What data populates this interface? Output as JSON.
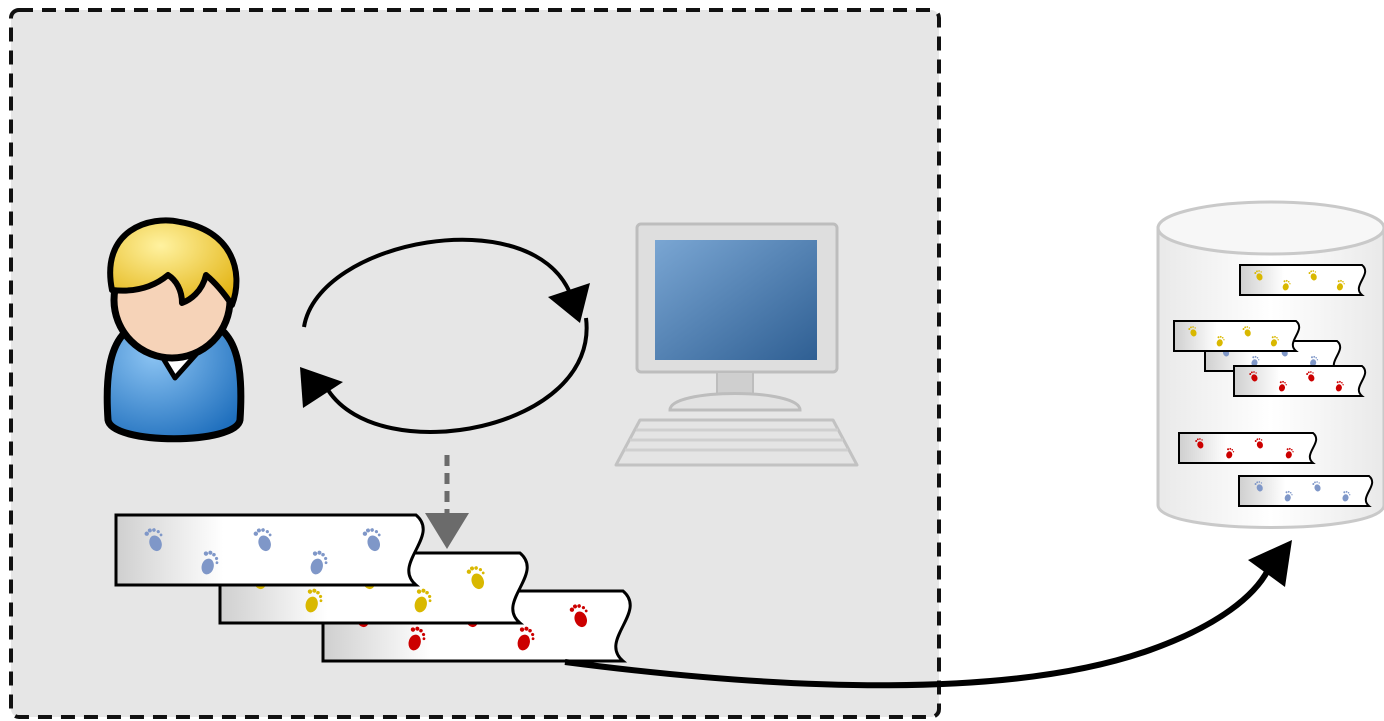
{
  "diagram": {
    "session_region": {
      "label": "",
      "fill": "#e6e6e6",
      "border_color": "#111111"
    },
    "colors": {
      "loop_arrow": "#000000",
      "log_arrow": "#6b6b6b",
      "blue_footprints": "#7f97c8",
      "yellow_footprints": "#d9b800",
      "red_footprints": "#cc0000",
      "user_hair": "#f3d23a",
      "user_shirt": "#3a8fd6",
      "user_skin": "#f6d3b8",
      "screen": "#3f78ad"
    },
    "icons": {
      "user": "user-icon",
      "computer": "computer-icon",
      "database": "database-icon",
      "footprint": "footprint-icon"
    },
    "trace_strips_session": [
      "blue",
      "yellow",
      "red"
    ],
    "trace_strips_database": [
      "yellow",
      "blue",
      "yellow",
      "red",
      "red",
      "blue"
    ]
  }
}
